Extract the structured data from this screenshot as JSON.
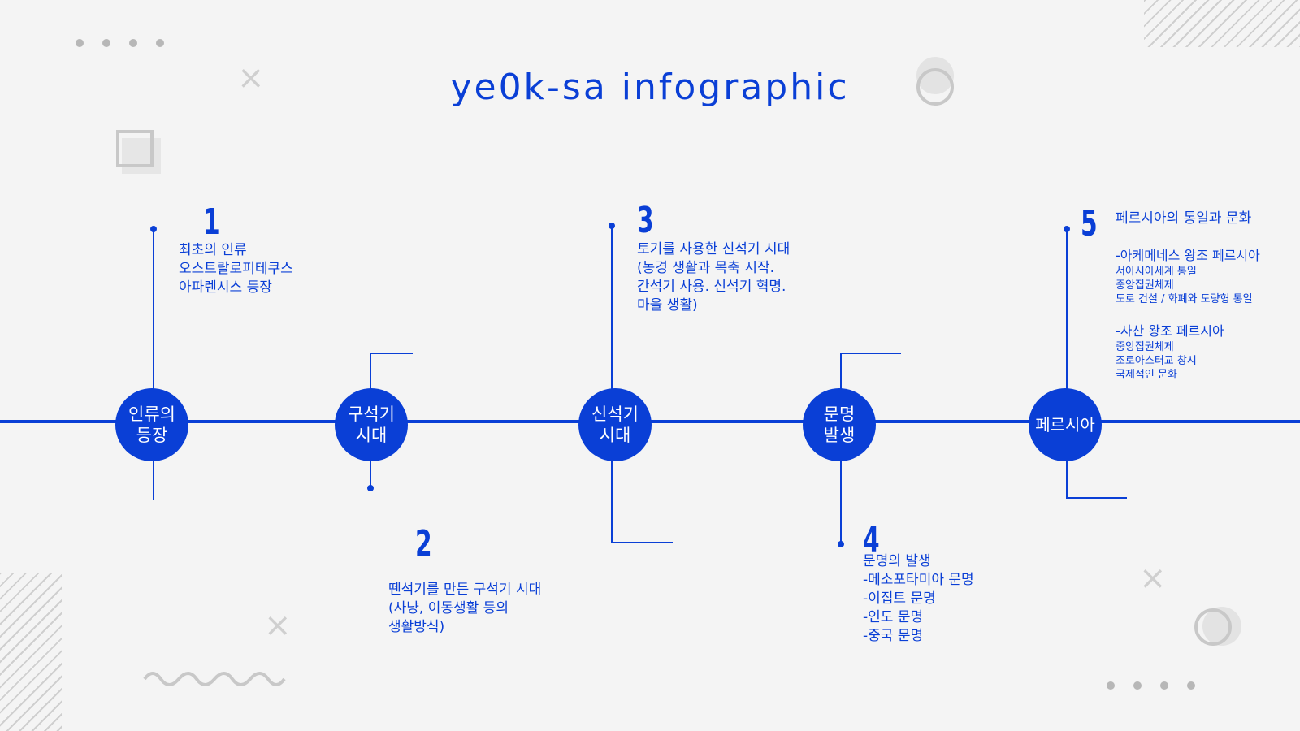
{
  "title": "ye0k-sa infographic",
  "colors": {
    "accent": "#0a3fd6",
    "background": "#f4f4f4",
    "decor": "#c8c8c8"
  },
  "nodes": [
    {
      "label": "인류의\n등장"
    },
    {
      "label": "구석기\n시대"
    },
    {
      "label": "신석기\n시대"
    },
    {
      "label": "문명\n발생"
    },
    {
      "label": "페르시아"
    }
  ],
  "entries": [
    {
      "number": "1",
      "text": "최초의 인류\n오스트랄로피테쿠스\n아파렌시스 등장"
    },
    {
      "number": "2",
      "text": "뗀석기를 만든 구석기 시대\n(사냥, 이동생활 등의\n생활방식)"
    },
    {
      "number": "3",
      "text": "토기를 사용한 신석기 시대\n(농경 생활과 목축 시작.\n간석기 사용. 신석기 혁명.\n마을 생활)"
    },
    {
      "number": "4",
      "text": "문명의 발생\n-메소포타미아 문명\n-이집트 문명\n-인도 문명\n-중국 문명"
    },
    {
      "number": "5",
      "heading": "페르시아의 통일과 문화",
      "block1_title": "-아케메네스 왕조 페르시아",
      "block1_items": "서아시아세계 통일\n중앙집권체제\n도로 건설 / 화폐와 도량형 통일",
      "block2_title": "-사산 왕조 페르시아",
      "block2_items": "중앙집권체제\n조로아스터교 창시\n국제적인 문화"
    }
  ],
  "decor": {
    "cross_glyph": "×"
  }
}
